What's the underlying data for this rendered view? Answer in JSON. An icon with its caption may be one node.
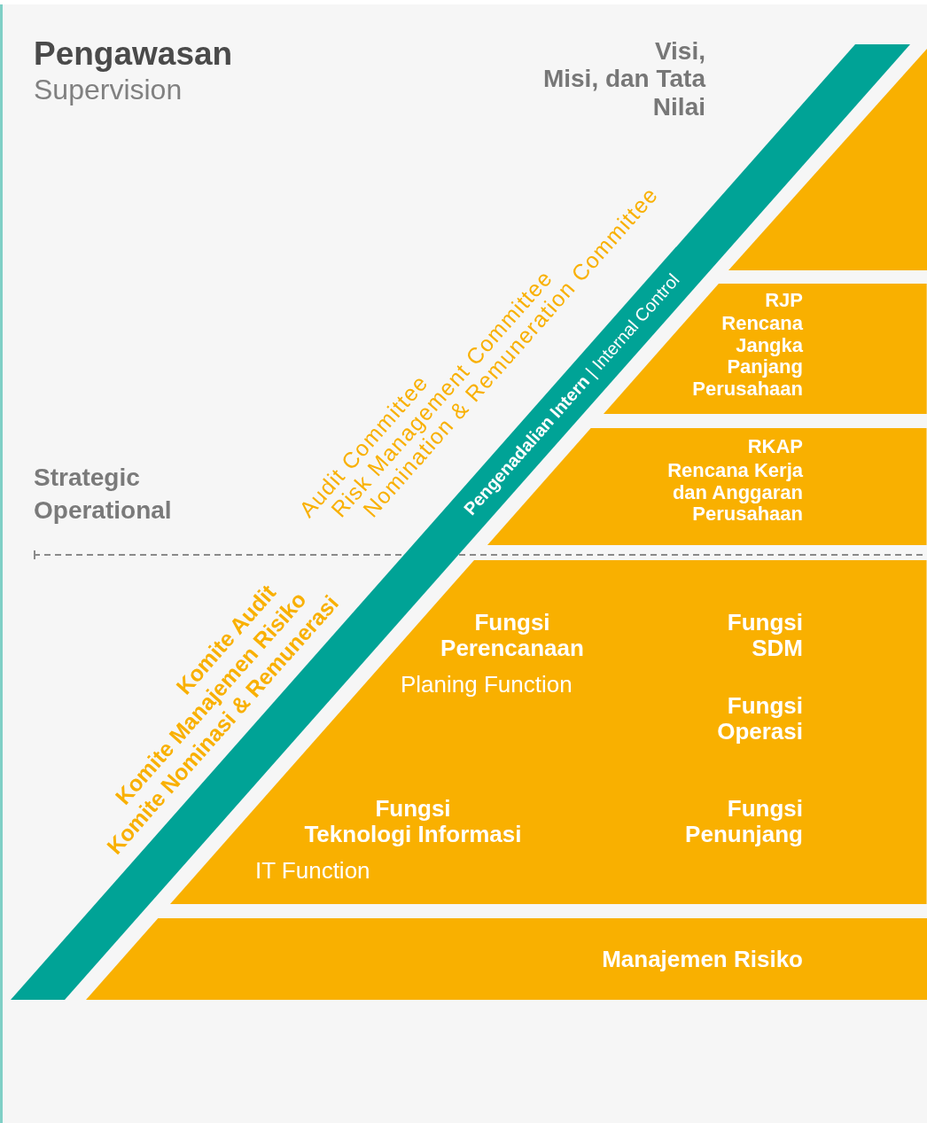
{
  "diagram": {
    "title": "Pengawasan",
    "nodes": [
      {
        "text": [
          "Visi, Misi, dan Tata Nilai"
        ]
      },
      {
        "text": [
          "RJP",
          "Rencana Jangka Panjang Perusahaan"
        ]
      },
      {
        "text": [
          "RKAP",
          "Rencana Kerja dan Anggaran Perusahaan"
        ]
      },
      {
        "text": [
          "Fungsi Perencanaan",
          "Planing Function",
          "Fungsi SDM",
          "Fungsi Operasi",
          "Fungsi Teknologi Informasi",
          "IT Function",
          "Fungsi Penunjang"
        ]
      },
      {
        "text": [
          "Manajemen Risiko"
        ]
      },
      {
        "text": [
          "**Pengenadalian Intern** | Internal Control"
        ]
      }
    ],
    "labels": [
      "Supervision",
      "Strategic",
      "Operational",
      "Audit Committee",
      "Risk Management Committee",
      "Nomination & Remuneration Committee",
      "Komite Audit",
      "Komite Manajemen Risiko",
      "Komite Nominasi & Remunerasi"
    ]
  }
}
